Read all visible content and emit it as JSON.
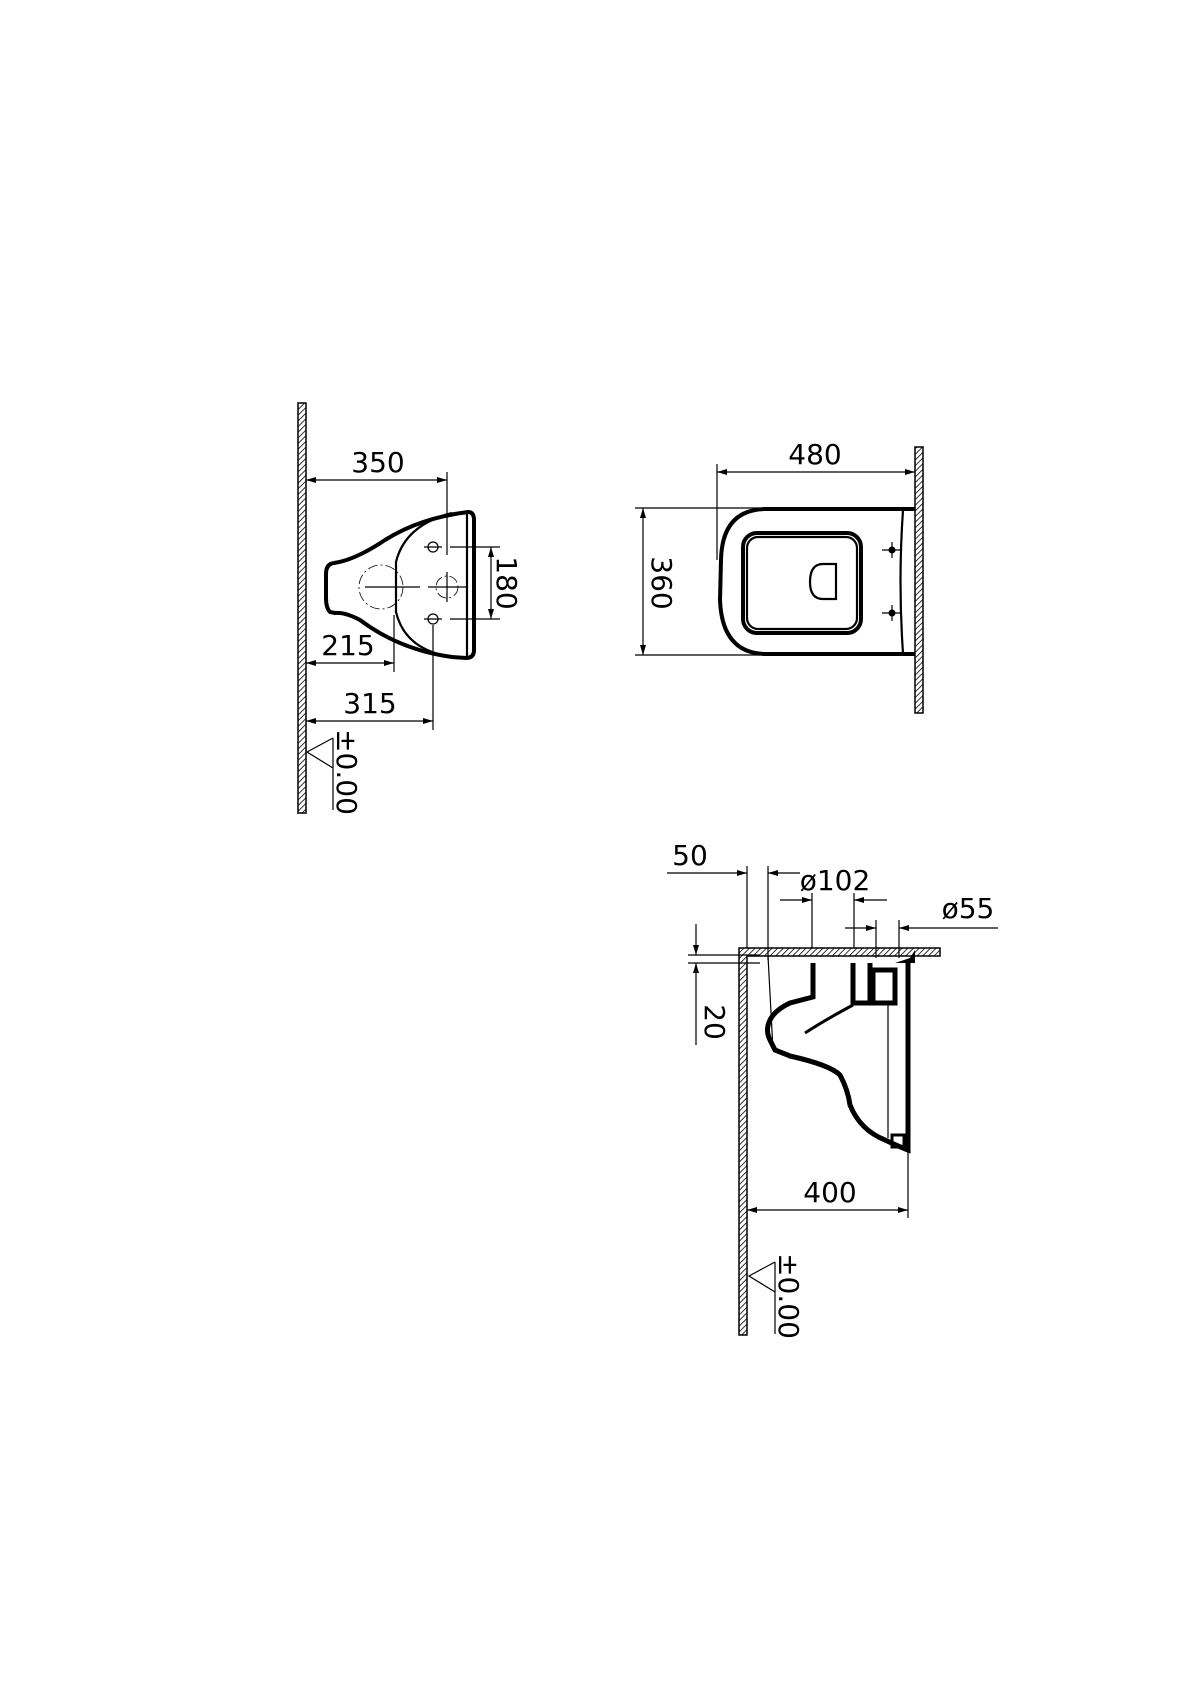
{
  "drawing": {
    "top_view_left": {
      "dimensions": {
        "depth": "350",
        "fixing_spacing": "180",
        "waste_center": "215",
        "fixing_center": "315"
      },
      "level": "±0.00"
    },
    "front_view": {
      "dimensions": {
        "projection": "480",
        "width": "360"
      }
    },
    "side_section": {
      "dimensions": {
        "offset": "50",
        "waste_diameter": "ø102",
        "inlet_diameter": "ø55",
        "thickness": "20",
        "height": "400"
      },
      "level": "±0.00"
    }
  }
}
